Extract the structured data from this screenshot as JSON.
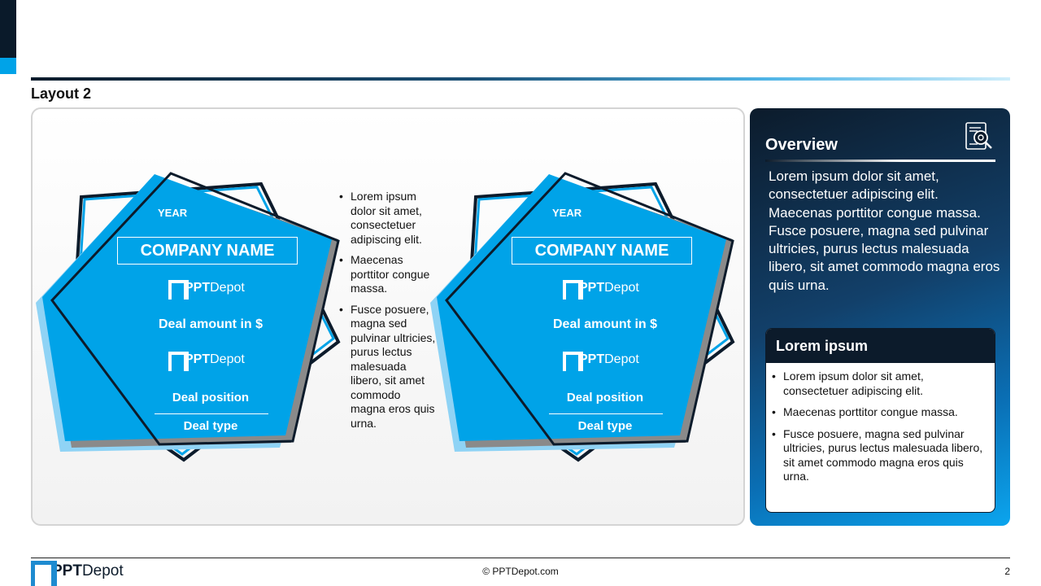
{
  "slide": {
    "title": "Layout 2",
    "page_number": "2",
    "copyright": "© PPTDepot.com"
  },
  "brand": {
    "logo_bold": "PPT",
    "logo_light": "Depot",
    "colors": {
      "accent": "#00a3e8",
      "dark": "#0c1b2b",
      "light_blue": "#8fd3f5"
    }
  },
  "cards": [
    {
      "year": "YEAR",
      "company": "COMPANY NAME",
      "deal_amount": "Deal amount in $",
      "deal_position": "Deal position",
      "deal_type": "Deal type"
    },
    {
      "year": "YEAR",
      "company": "COMPANY NAME",
      "deal_amount": "Deal amount in $",
      "deal_position": "Deal position",
      "deal_type": "Deal type"
    }
  ],
  "middle_bullets": [
    "Lorem ipsum dolor sit amet, consectetuer adipiscing elit.",
    "Maecenas porttitor congue massa.",
    "Fusce posuere, magna sed pulvinar ultricies, purus lectus malesuada libero, sit amet commodo magna eros quis urna."
  ],
  "overview": {
    "title": "Overview",
    "icon": "document-search-icon",
    "text": "Lorem ipsum dolor sit amet, consectetuer adipiscing elit. Maecenas porttitor congue massa. Fusce posuere, magna sed pulvinar ultricies, purus lectus malesuada libero, sit amet commodo magna eros quis urna."
  },
  "lorem_box": {
    "title": "Lorem ipsum",
    "items": [
      "Lorem ipsum dolor sit amet, consectetuer adipiscing elit.",
      "Maecenas porttitor congue massa.",
      "Fusce posuere, magna sed pulvinar ultricies, purus lectus malesuada libero, sit amet commodo magna eros quis urna."
    ]
  }
}
